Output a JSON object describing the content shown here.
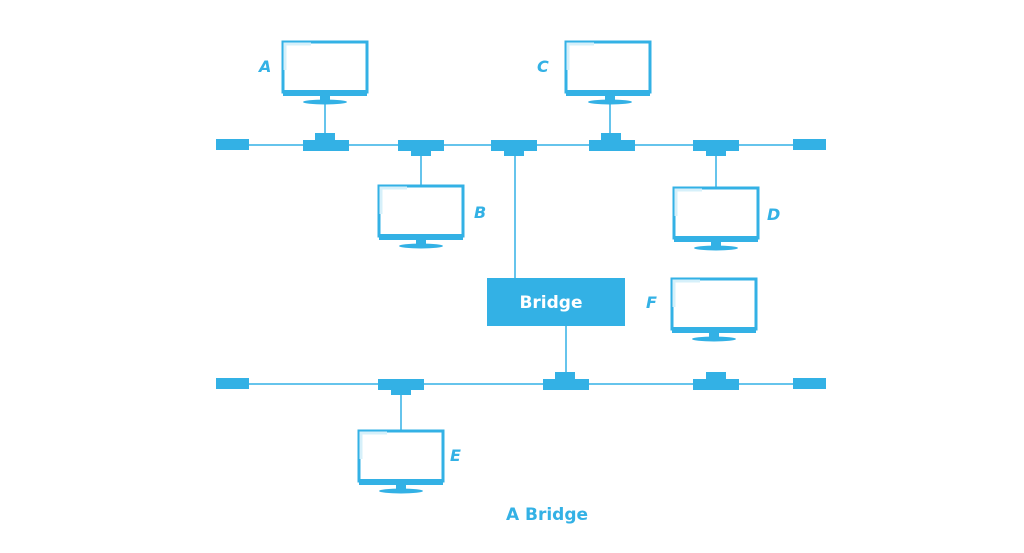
{
  "colors": {
    "accent": "#33b1e5",
    "background": "#ffffff"
  },
  "computers": [
    {
      "id": "A",
      "label": "A"
    },
    {
      "id": "B",
      "label": "B"
    },
    {
      "id": "C",
      "label": "C"
    },
    {
      "id": "D",
      "label": "D"
    },
    {
      "id": "E",
      "label": "E"
    },
    {
      "id": "F",
      "label": "F"
    }
  ],
  "bridge": {
    "label": "Bridge"
  },
  "caption": "A Bridge"
}
